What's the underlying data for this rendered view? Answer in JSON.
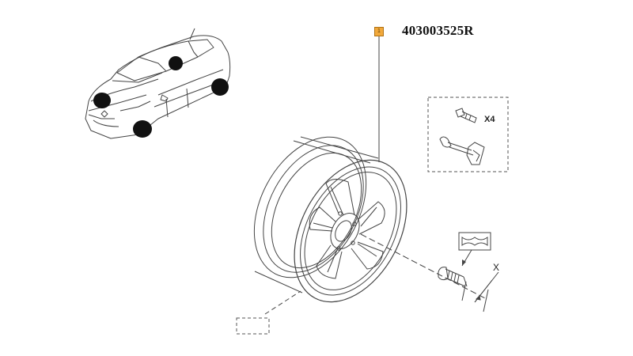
{
  "callout": {
    "index": "1",
    "part_number": "403003525R"
  },
  "accessory_kit": {
    "quantity_label": "X4"
  },
  "bolt_dimension": {
    "label": "X"
  },
  "colors": {
    "callout_fill": "#f2a93b",
    "line": "#444444"
  }
}
